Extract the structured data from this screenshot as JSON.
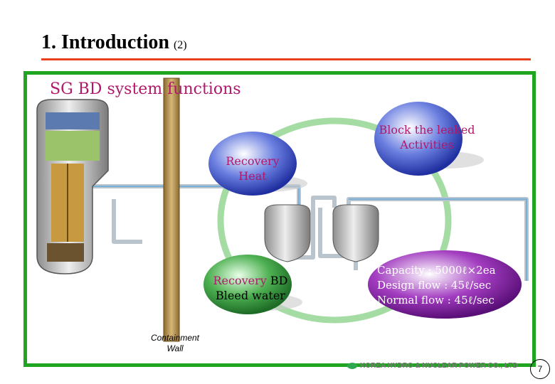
{
  "slide": {
    "title": "1. Introduction",
    "title_sub": "(2)",
    "subtitle": "SG BD system functions",
    "functions": {
      "heat": "Recovery Heat",
      "block": "Block the leaked Activities",
      "bleed_a": "Recovery",
      "bleed_b": "BD",
      "bleed_c": "Bleed water"
    },
    "specs": {
      "capacity": "Capacity : 5000ℓ×2ea",
      "design_flow": "Design flow : 45ℓ/sec",
      "normal_flow": "Normal flow : 45ℓ/sec"
    },
    "containment_label_1": "Containment",
    "containment_label_2": "Wall",
    "company_logo": "KOREA HYDRO & NUCLEAR POWER CO., LTD",
    "page_number": "7"
  },
  "colors": {
    "accent_rule": "#e8401c",
    "frame_green": "#1fa51f",
    "text_magenta": "#b0186a",
    "bubble_blue": "#3a4fc8",
    "bubble_green": "#2f8a3a",
    "bubble_purple": "#8a1fa0"
  }
}
